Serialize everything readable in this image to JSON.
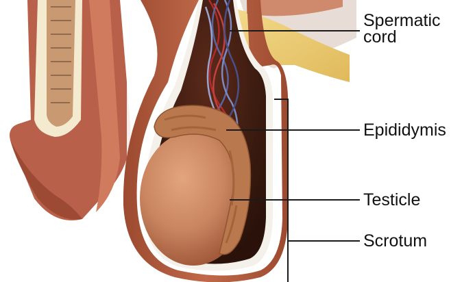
{
  "labels": {
    "spermatic_cord": "Spermatic\ncord",
    "epididymis": "Epididymis",
    "testicle": "Testicle",
    "scrotum": "Scrotum"
  },
  "colors": {
    "background": "#ffffff",
    "label_text": "#111111",
    "leader_line": "#1a1a1a",
    "scrotal_skin": "#b65a3c",
    "fat_layer": "#e9c96a",
    "testicle": "#c98560",
    "epididymis": "#b9784d",
    "penile_tissue": "#b9604a",
    "vessel_red": "#b22a2a",
    "vessel_blue": "#5a64a0"
  },
  "icons": []
}
